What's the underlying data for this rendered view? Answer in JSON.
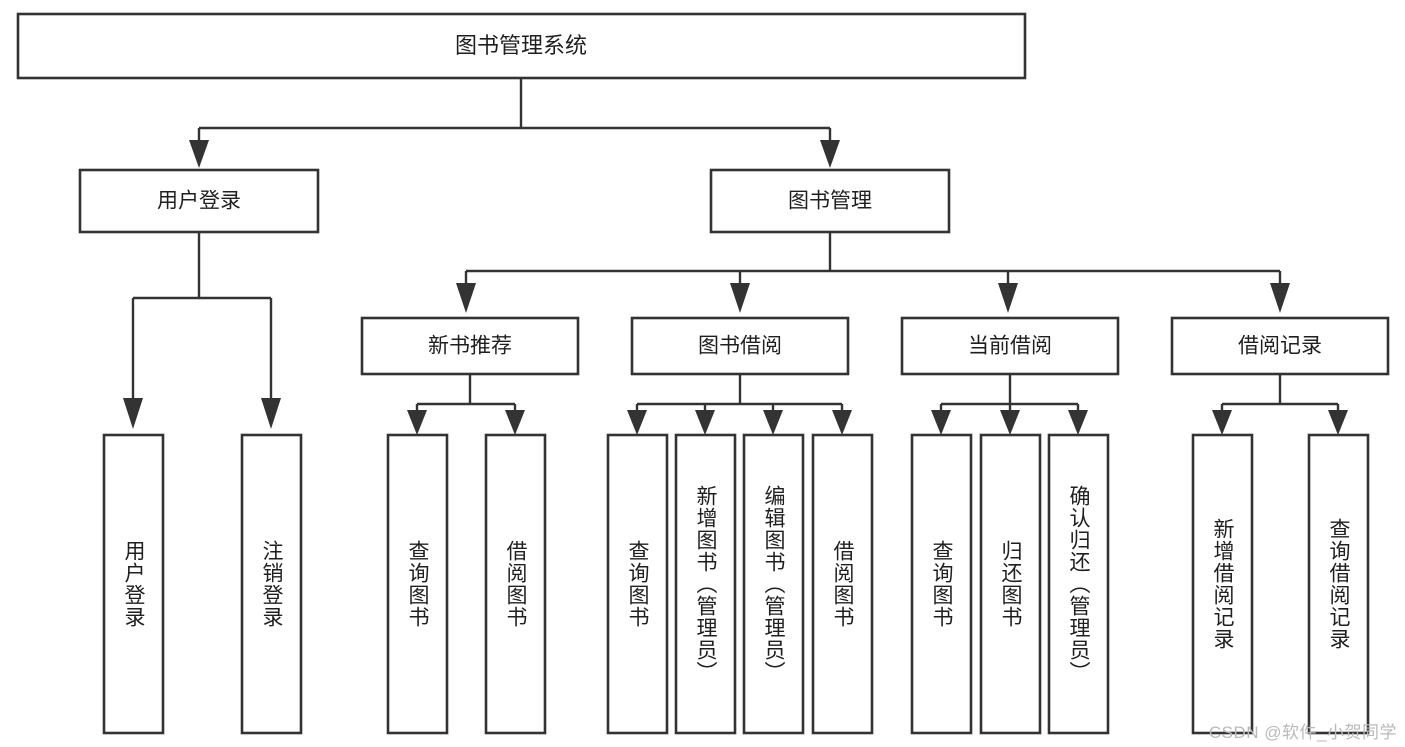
{
  "diagram": {
    "title": "图书管理系统",
    "type": "tree-hierarchy-chart",
    "watermark": "CSDN @软件_小贺同学",
    "colors": {
      "stroke": "#333333",
      "fill": "#ffffff",
      "text": "#1f1f1f",
      "watermark": "#b9b9b9"
    },
    "levels": {
      "level1": {
        "label": "图书管理系统"
      },
      "level2": [
        {
          "label": "用户登录"
        },
        {
          "label": "图书管理"
        }
      ],
      "level3": [
        {
          "label": "新书推荐"
        },
        {
          "label": "图书借阅"
        },
        {
          "label": "当前借阅"
        },
        {
          "label": "借阅记录"
        }
      ],
      "leaves": {
        "user_login": [
          {
            "label": "用户登录"
          },
          {
            "label": "注销登录"
          }
        ],
        "new_book_recommend": [
          {
            "label": "查询图书"
          },
          {
            "label": "借阅图书"
          }
        ],
        "book_borrow": [
          {
            "label": "查询图书"
          },
          {
            "label": "新增图书（管理员）"
          },
          {
            "label": "编辑图书（管理员）"
          },
          {
            "label": "借阅图书"
          }
        ],
        "current_borrow": [
          {
            "label": "查询图书"
          },
          {
            "label": "归还图书"
          },
          {
            "label": "确认归还（管理员）"
          }
        ],
        "borrow_record": [
          {
            "label": "新增借阅记录"
          },
          {
            "label": "查询借阅记录"
          }
        ]
      }
    }
  }
}
